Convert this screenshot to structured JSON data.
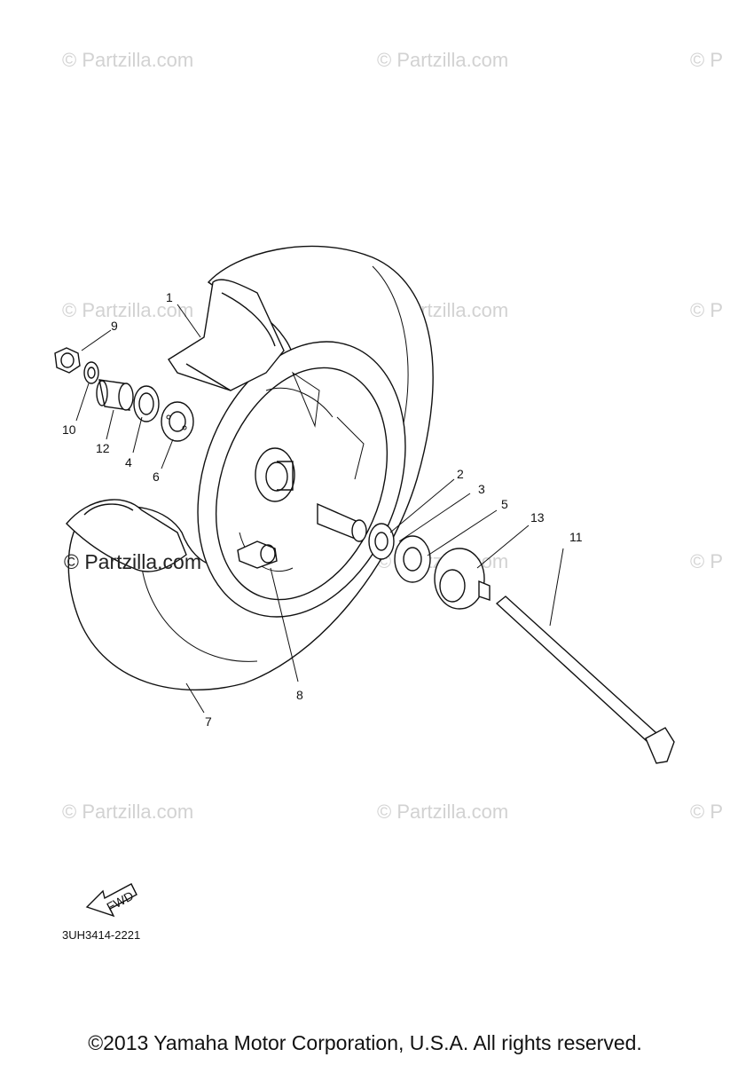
{
  "watermark": "© Partzilla.com",
  "watermark_clipped": "© P",
  "diagram_code": "3UH3414-2221",
  "fwd_label": "FWD",
  "copyright": "©2013  Yamaha Motor Corporation, U.S.A. All rights reserved.",
  "callouts": {
    "c1": "1",
    "c2": "2",
    "c3": "3",
    "c4": "4",
    "c5": "5",
    "c6": "6",
    "c7": "7",
    "c8": "8",
    "c9": "9",
    "c10": "10",
    "c11": "11",
    "c12": "12",
    "c13": "13"
  }
}
